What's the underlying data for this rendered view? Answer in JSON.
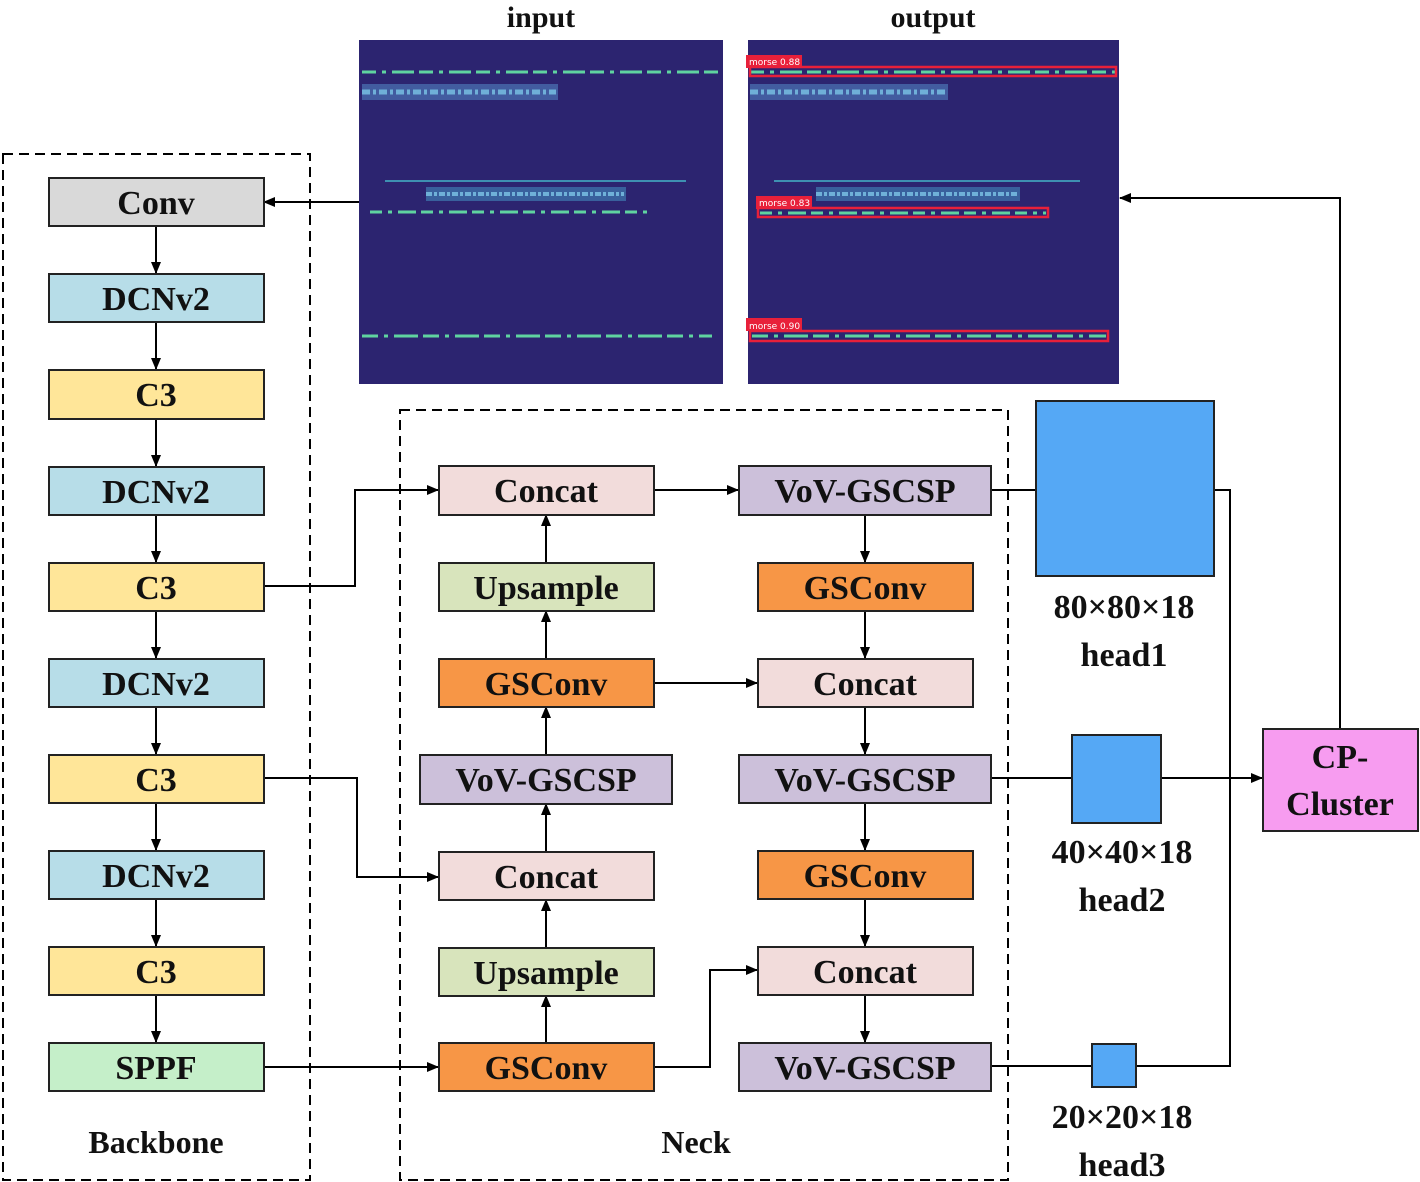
{
  "images": {
    "input_label": "input",
    "output_label": "output"
  },
  "frames": {
    "backbone_label": "Backbone",
    "neck_label": "Neck"
  },
  "blocks": {
    "bb_conv": "Conv",
    "bb_dcn1": "DCNv2",
    "bb_c3_1": "C3",
    "bb_dcn2": "DCNv2",
    "bb_c3_2": "C3",
    "bb_dcn3": "DCNv2",
    "bb_c3_3": "C3",
    "bb_dcn4": "DCNv2",
    "bb_c3_4": "C3",
    "bb_sppf": "SPPF",
    "nl_concat1": "Concat",
    "nl_upsample1": "Upsample",
    "nl_gsconv1": "GSConv",
    "nl_vov": "VoV-GSCSP",
    "nl_concat2": "Concat",
    "nl_upsample2": "Upsample",
    "nl_gsconv2": "GSConv",
    "nr_vov1": "VoV-GSCSP",
    "nr_gsconv1": "GSConv",
    "nr_concat1": "Concat",
    "nr_vov2": "VoV-GSCSP",
    "nr_gsconv2": "GSConv",
    "nr_concat2": "Concat",
    "nr_vov3": "VoV-GSCSP",
    "cp_line1": "CP-",
    "cp_line2": "Cluster"
  },
  "heads": {
    "head1_size": "80×80×18",
    "head1_name": "head1",
    "head2_size": "40×40×18",
    "head2_name": "head2",
    "head3_size": "20×20×18",
    "head3_name": "head3"
  },
  "detections": [
    {
      "label": "morse 0.88"
    },
    {
      "label": "morse 0.83"
    },
    {
      "label": "morse 0.90"
    }
  ],
  "colors": {
    "conv": "#d9d9d9",
    "dcnv2": "#b7dde8",
    "c3": "#ffe699",
    "sppf": "#c5efc9",
    "concat": "#f2dcdb",
    "upsample": "#d8e4bc",
    "gsconv": "#f79646",
    "vov": "#ccc0da",
    "cp_cluster": "#f79cf0",
    "head": "#55a8f5"
  }
}
